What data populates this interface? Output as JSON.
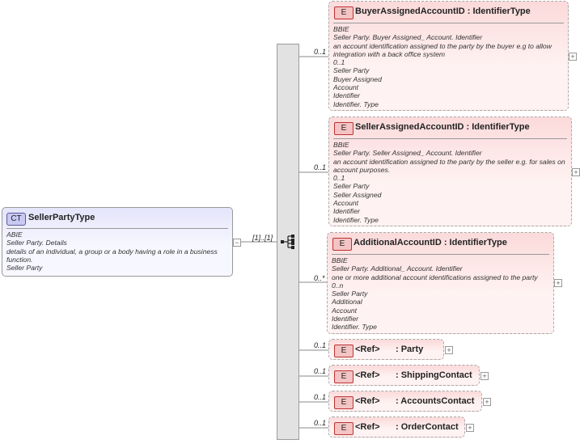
{
  "complex_type": {
    "badge": "CT",
    "name": "SellerPartyType",
    "lines": [
      "ABIE",
      "Seller Party. Details",
      "details of an individual, a group or a body having a role in a business function.",
      "Seller Party"
    ]
  },
  "sequence": {
    "cardinality": "[1]..[1]"
  },
  "elements": [
    {
      "badge": "E",
      "title": "BuyerAssignedAccountID : IdentifierType",
      "multiplicity": "0..1",
      "lines": [
        "BBIE",
        "Seller Party. Buyer Assigned_ Account. Identifier",
        "an account identification assigned to the party by the buyer e.g to allow integration with a back office system",
        "0..1",
        "Seller Party",
        "Buyer Assigned",
        "Account",
        "Identifier",
        "Identifier. Type"
      ]
    },
    {
      "badge": "E",
      "title": "SellerAssignedAccountID : IdentifierType",
      "multiplicity": "0..1",
      "lines": [
        "BBIE",
        "Seller Party. Seller Assigned_ Account. Identifier",
        "an account identification assigned to the party by the seller e.g. for sales on account purposes.",
        "0..1",
        "Seller Party",
        "Seller Assigned",
        "Account",
        "Identifier",
        "Identifier. Type"
      ]
    },
    {
      "badge": "E",
      "title": "AdditionalAccountID : IdentifierType",
      "multiplicity": "0..*",
      "lines": [
        "BBIE",
        "Seller Party. Additional_ Account. Identifier",
        "one or more additional account identifications assigned to the party",
        "0..n",
        "Seller Party",
        "Additional",
        "Account",
        "Identifier",
        "Identifier. Type"
      ]
    }
  ],
  "refs": [
    {
      "badge": "E",
      "ref": "<Ref>",
      "name": ": Party",
      "multiplicity": "0..1"
    },
    {
      "badge": "E",
      "ref": "<Ref>",
      "name": ": ShippingContact",
      "multiplicity": "0..1"
    },
    {
      "badge": "E",
      "ref": "<Ref>",
      "name": ": AccountsContact",
      "multiplicity": "0..1"
    },
    {
      "badge": "E",
      "ref": "<Ref>",
      "name": ": OrderContact",
      "multiplicity": "0..1"
    }
  ],
  "icons": {
    "collapse": "minus",
    "expand": "plus",
    "sequence": "sequence-compositor-icon"
  }
}
